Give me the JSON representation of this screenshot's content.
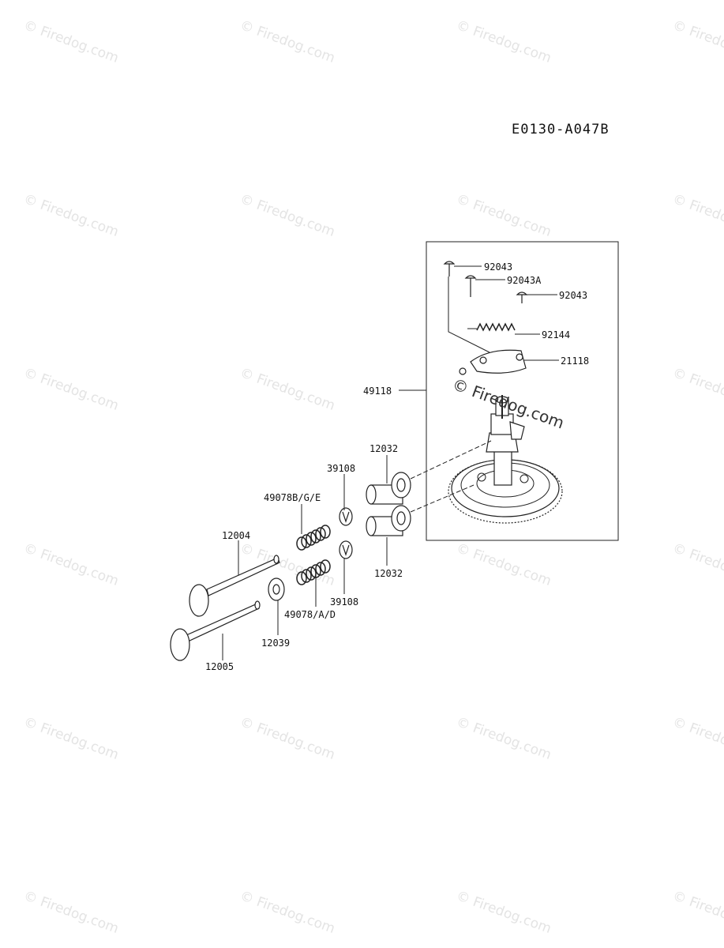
{
  "diagram_code": "E0130-A047B",
  "watermark": {
    "text": "© Firedog.com",
    "center_text": "© Firedog.com"
  },
  "parts": {
    "p92043_top": "92043",
    "p92043A": "92043A",
    "p92043_right": "92043",
    "p92144": "92144",
    "p21118": "21118",
    "p49118": "49118",
    "p12032_top": "12032",
    "p39108_top": "39108",
    "p49078BGE": "49078B/G/E",
    "p12004": "12004",
    "p12032_bottom": "12032",
    "p39108_bottom": "39108",
    "p49078AD": "49078/A/D",
    "p12039": "12039",
    "p12005": "12005"
  }
}
